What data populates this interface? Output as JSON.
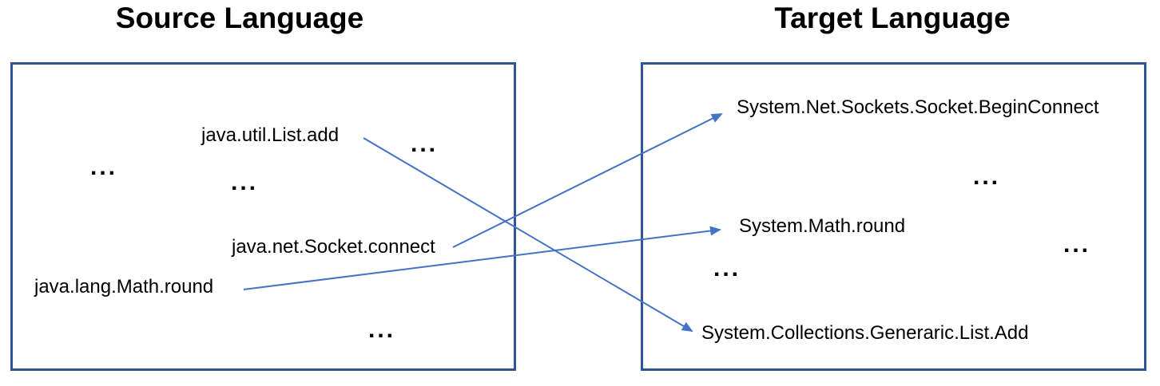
{
  "diagram": {
    "source_panel": {
      "title": "Source Language",
      "items": [
        {
          "label": "java.util.List.add"
        },
        {
          "label": "java.net.Socket.connect"
        },
        {
          "label": "java.lang.Math.round"
        }
      ],
      "ellipses": [
        "...",
        "...",
        "...",
        "..."
      ]
    },
    "target_panel": {
      "title": "Target Language",
      "items": [
        {
          "label": "System.Net.Sockets.Socket.BeginConnect"
        },
        {
          "label": "System.Math.round"
        },
        {
          "label": "System.Collections.Generaric.List.Add"
        }
      ],
      "ellipses": [
        "...",
        "...",
        "..."
      ]
    },
    "mappings": [
      {
        "from": "java.util.List.add",
        "to": "System.Collections.Generaric.List.Add"
      },
      {
        "from": "java.net.Socket.connect",
        "to": "System.Net.Sockets.Socket.BeginConnect"
      },
      {
        "from": "java.lang.Math.round",
        "to": "System.Math.round"
      }
    ],
    "colors": {
      "box_border": "#2F5597",
      "arrow": "#4472C4",
      "text": "#000000"
    }
  }
}
